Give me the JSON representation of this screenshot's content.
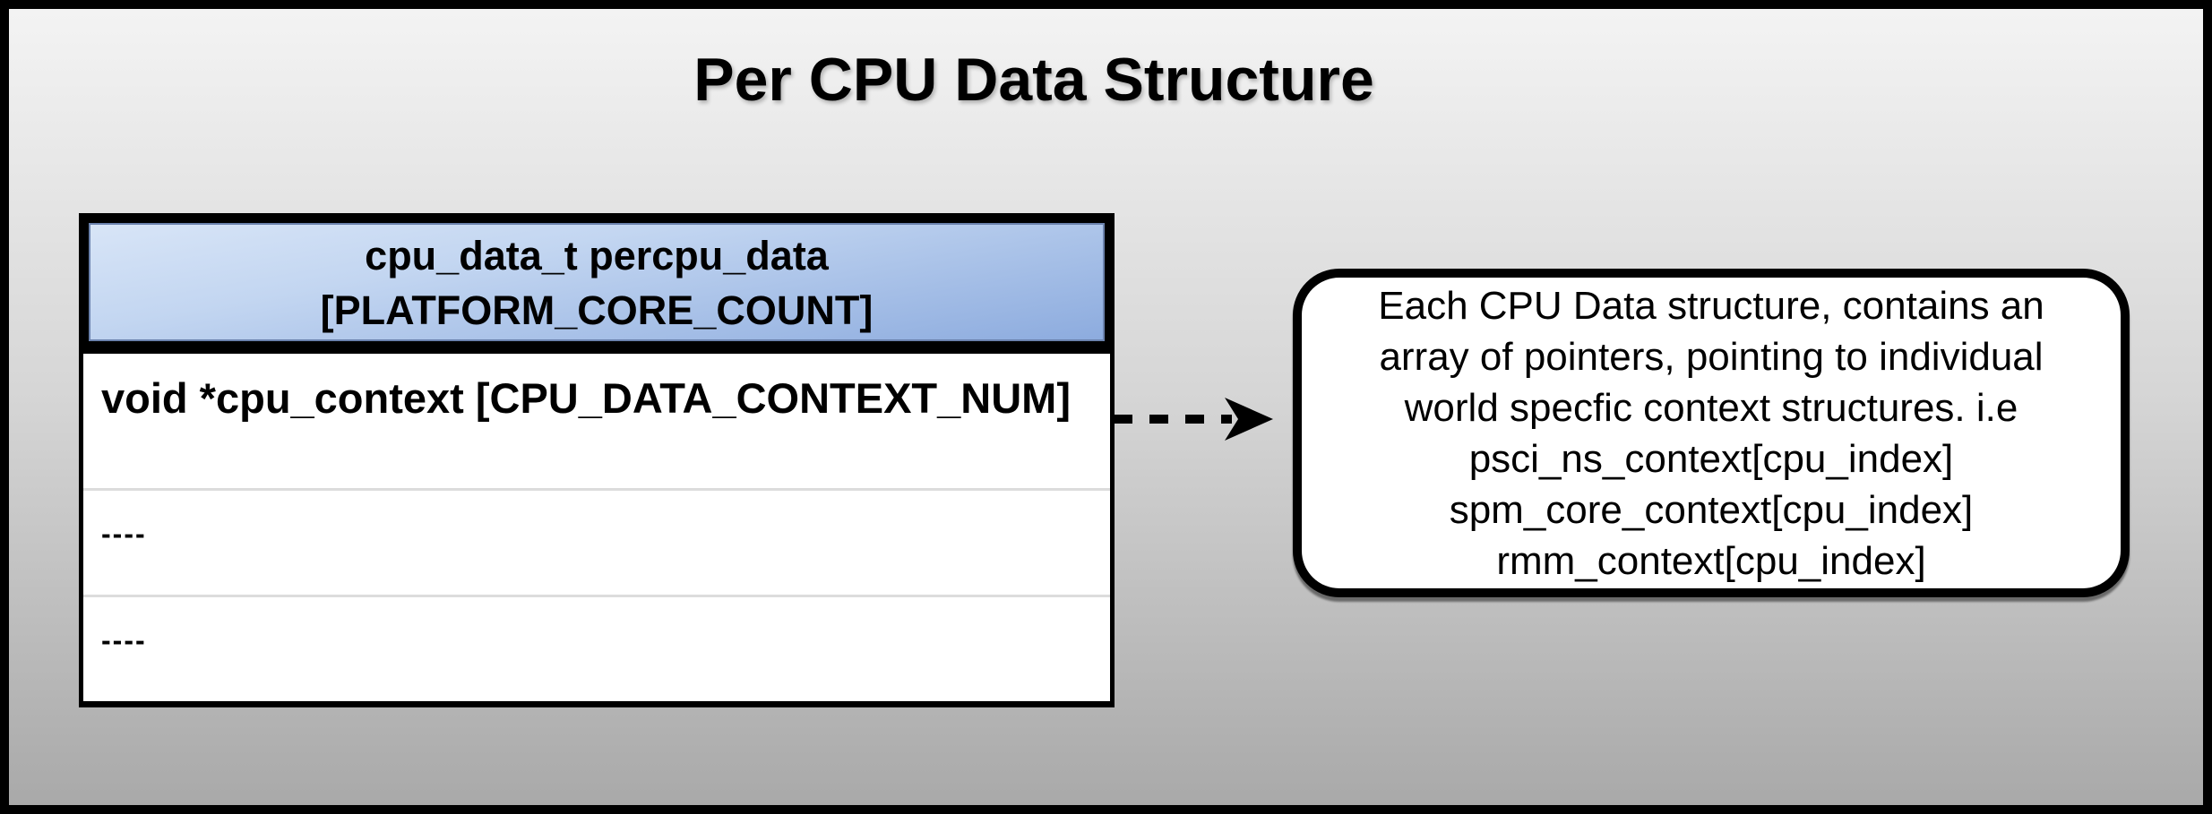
{
  "title": "Per CPU Data Structure",
  "struct_table": {
    "header_line1": "cpu_data_t percpu_data",
    "header_line2": "[PLATFORM_CORE_COUNT]",
    "rows": [
      {
        "label": "void *cpu_context [CPU_DATA_CONTEXT_NUM]"
      },
      {
        "label": "----"
      },
      {
        "label": "----"
      }
    ]
  },
  "connector": {
    "icon": "dashed-right-arrow"
  },
  "note": {
    "lines": [
      "Each CPU Data structure, contains an",
      "array of pointers, pointing to individual",
      "world specfic context structures. i.e",
      "psci_ns_context[cpu_index]",
      "spm_core_context[cpu_index]",
      "rmm_context[cpu_index]"
    ]
  },
  "colors": {
    "frame_border": "#000000",
    "background_top": "#f4f4f4",
    "background_bottom": "#a8a8a8",
    "header_gradient_top": "#d8e5f7",
    "header_gradient_bottom": "#8cabde",
    "table_background": "#ffffff",
    "row_separator": "#dcdcdc",
    "note_background": "#ffffff",
    "text": "#000000"
  }
}
